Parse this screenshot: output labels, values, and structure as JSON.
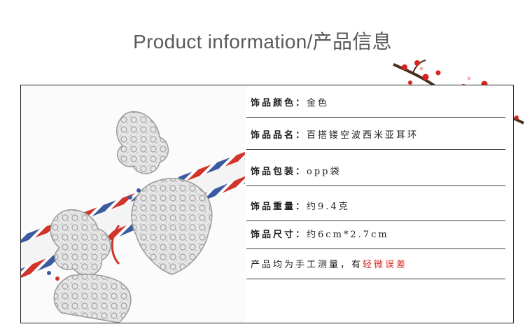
{
  "header": {
    "title": "Product information/产品信息"
  },
  "info_rows": [
    {
      "label": "饰品颜色：",
      "value": "金色"
    },
    {
      "label": "饰品品名：",
      "value": "百搭镂空波西米亚耳环"
    },
    {
      "label": "饰品包装：",
      "value": "opp袋"
    },
    {
      "label": "饰品重量：",
      "value": "约9.4克"
    },
    {
      "label": "饰品尺寸：",
      "value": "约6cm*2.7cm"
    }
  ],
  "note": {
    "text": "产品均为手工测量，有",
    "highlight": "轻微误差"
  },
  "colors": {
    "accent_red": "#d9241b",
    "stripe_blue": "#3b5aa0",
    "stripe_red": "#d0342a"
  }
}
